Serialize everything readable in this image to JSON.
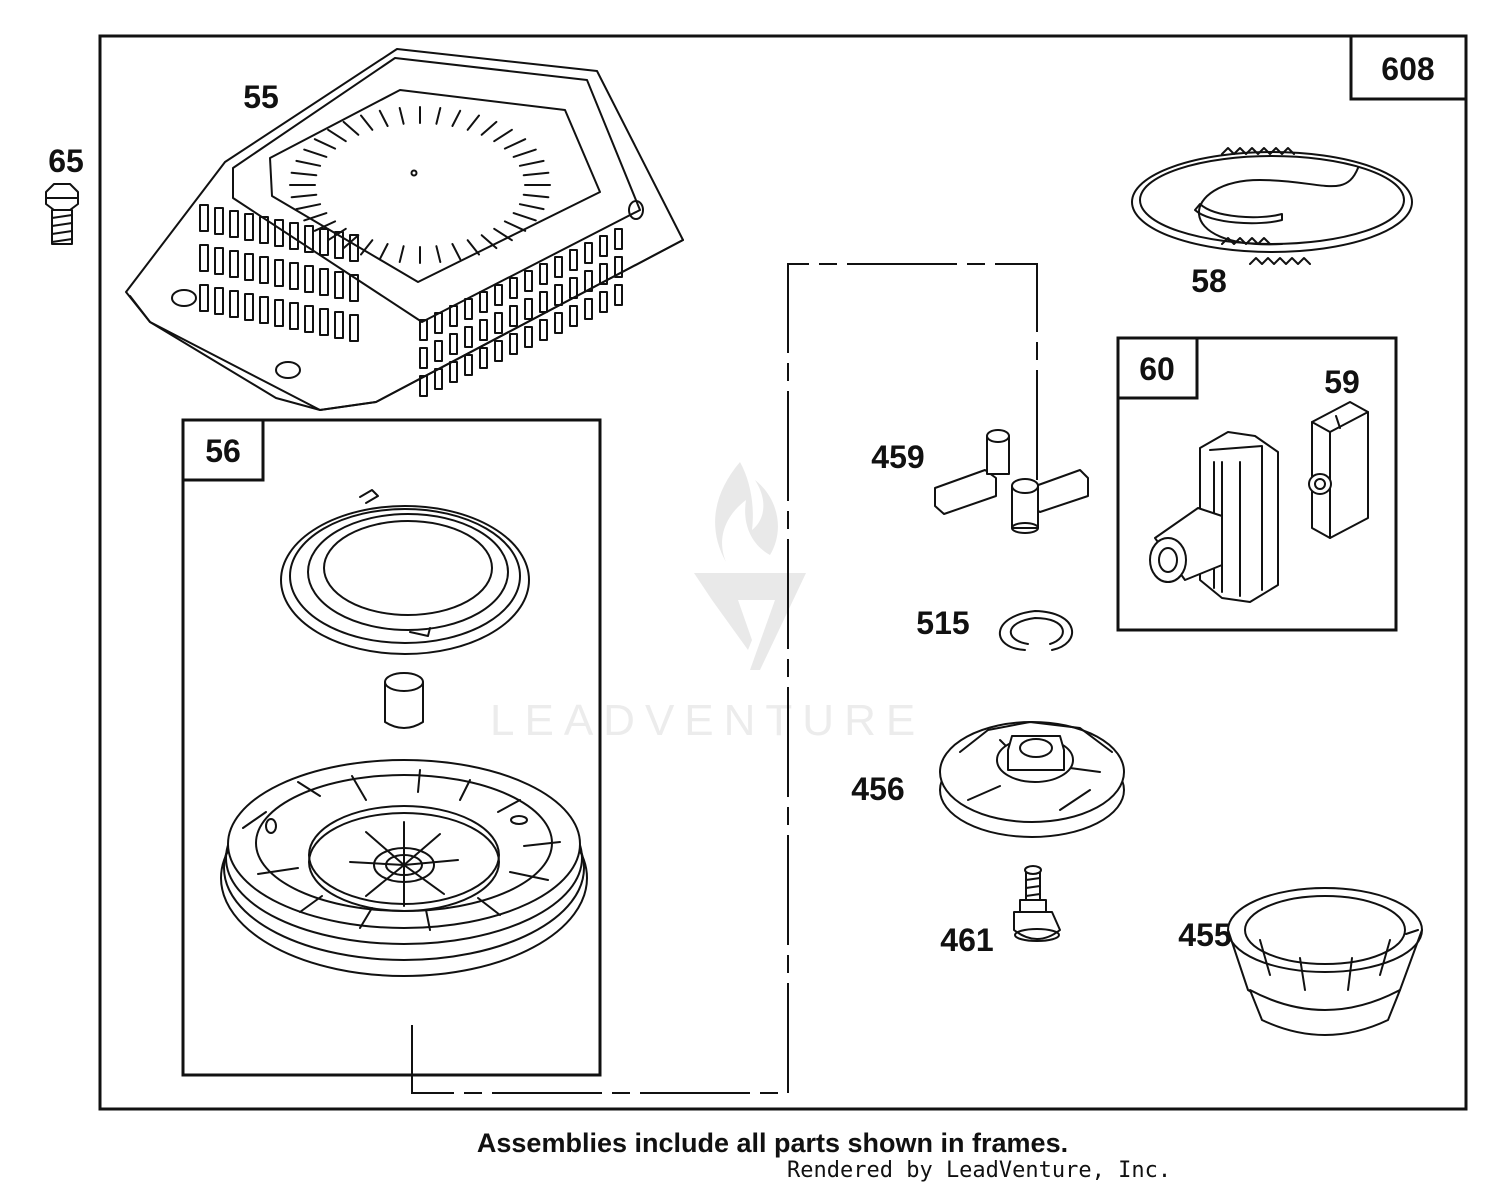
{
  "diagram": {
    "frame_label": "608",
    "parts": {
      "p65": "65",
      "p55": "55",
      "p56": "56",
      "p58": "58",
      "p60": "60",
      "p59": "59",
      "p459": "459",
      "p515": "515",
      "p456": "456",
      "p461": "461",
      "p455": "455"
    },
    "watermark": "LEADVENTURE"
  },
  "footer": {
    "note": "Assemblies include all parts shown in frames.",
    "credit": "Rendered by LeadVenture, Inc."
  }
}
